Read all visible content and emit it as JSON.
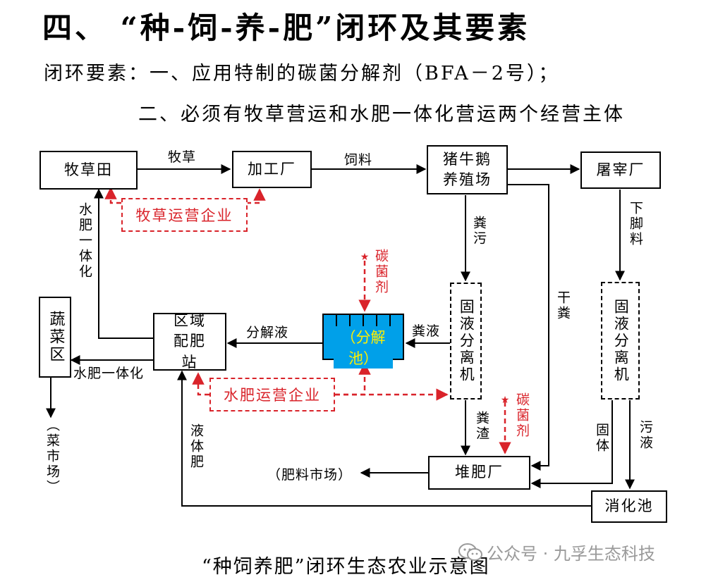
{
  "title": "四、 “种-饲-养-肥”闭环及其要素",
  "elements": {
    "line1": "闭环要素：一、应用特制的碳菌分解剂（BFA－2号）；",
    "line2": "二、必须有牧草营运和水肥一体化营运两个经营主体"
  },
  "nodes": {
    "pasture": "牧草田",
    "processing": "加工厂",
    "farm": "猪牛鹅养殖场",
    "slaughter": "屠宰厂",
    "vegetable": "蔬菜区",
    "station": "区域配肥站",
    "pool": "（分解池）",
    "separator1": "固液分离机",
    "separator2": "固液分离机",
    "compost": "堆肥厂",
    "digester": "消化池"
  },
  "companies": {
    "pasture_company": "牧草运营企业",
    "fertigation_company": "水肥运营企业"
  },
  "labels": {
    "grass": "牧草",
    "feed": "饲料",
    "water_fert_vertical": "水肥一体化",
    "manure_sewage": "粪污",
    "leftovers": "下脚料",
    "dry_manure": "干粪",
    "carbon_agent_1": "碳菌剂",
    "carbon_agent_2": "碳菌剂",
    "decomp_liquid": "分解液",
    "manure_liquid": "粪液",
    "water_fert_horizontal": "水肥一体化",
    "veg_market": "（菜市场）",
    "fert_market": "（肥料市场）",
    "manure_residue": "粪渣",
    "solid": "固体",
    "sewage": "污液",
    "liquid_fert": "液体肥"
  },
  "caption": "“种饲养肥”闭环生态农业示意图",
  "watermark": "公众号 · 九孚生态科技",
  "colors": {
    "red": "#d9232a",
    "pool_blue": "#00a0e9",
    "pool_text": "#ffef00"
  }
}
